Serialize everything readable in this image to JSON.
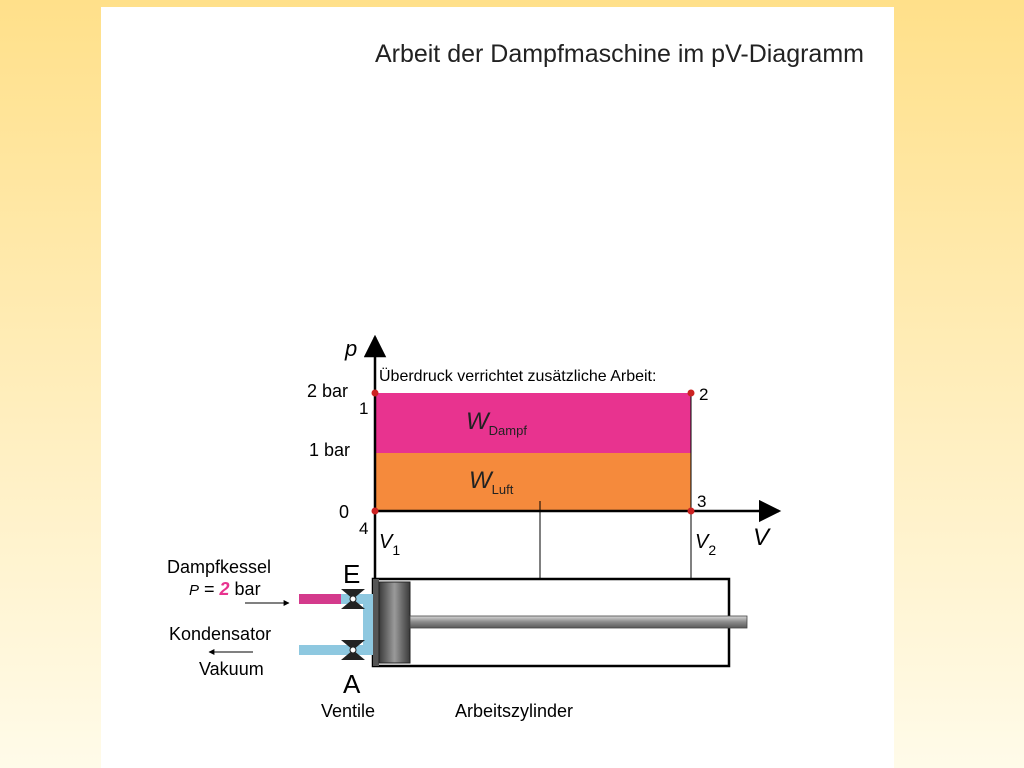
{
  "title": "Arbeit der Dampfmaschine im pV-Diagramm",
  "diagram": {
    "axis_p": "p",
    "axis_v": "V",
    "tick_2bar": "2 bar",
    "tick_1bar": "1 bar",
    "tick_0": "0",
    "annotation": "Überdruck verrichtet zusätzliche Arbeit:",
    "point_1": "1",
    "point_2": "2",
    "point_3": "3",
    "point_4": "4",
    "v1_main": "V",
    "v1_sub": "1",
    "v2_main": "V",
    "v2_sub": "2",
    "w_dampf_main": "W",
    "w_dampf_sub": "Dampf",
    "w_luft_main": "W",
    "w_luft_sub": "Luft",
    "valve_e": "E",
    "valve_a": "A",
    "boiler_label": "Dampfkessel",
    "boiler_p_symbol": "P",
    "boiler_p_eq": " = ",
    "boiler_p_value": "2",
    "boiler_p_unit": " bar",
    "condenser_label": "Kondensator",
    "vacuum_label": "Vakuum",
    "valves_label": "Ventile",
    "cylinder_label": "Arbeitszylinder"
  },
  "colors": {
    "w_dampf_fill": "#e8338f",
    "w_luft_fill": "#f58a3c",
    "point_marker": "#cc2222",
    "steam_pipe": "#d43a8c",
    "vacuum_pipe": "#8ec8e0",
    "highlight_value": "#e8338f"
  }
}
